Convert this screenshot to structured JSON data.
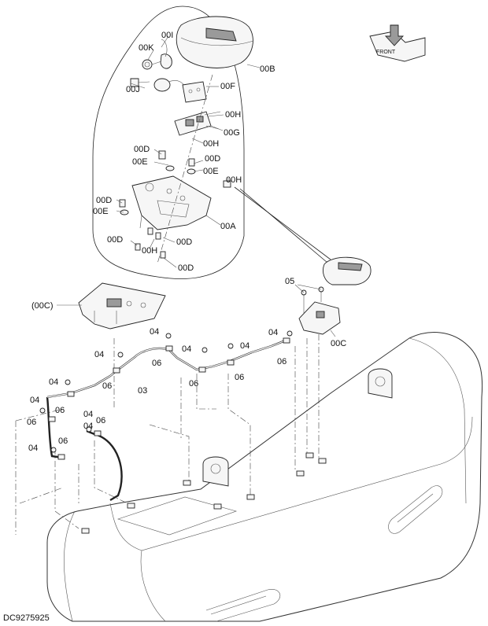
{
  "drawing": {
    "code": "DC9275925",
    "orientation_badge": {
      "icon": "front-orientation-icon",
      "text": "FRONT"
    },
    "detail_labels": [
      {
        "id": "l-00I",
        "text": "00I"
      },
      {
        "id": "l-00K",
        "text": "00K"
      },
      {
        "id": "l-00B",
        "text": "00B"
      },
      {
        "id": "l-00J",
        "text": "00J"
      },
      {
        "id": "l-00F",
        "text": "00F"
      },
      {
        "id": "l-00H1",
        "text": "00H"
      },
      {
        "id": "l-00G",
        "text": "00G"
      },
      {
        "id": "l-00H2",
        "text": "00H"
      },
      {
        "id": "l-00D1",
        "text": "00D"
      },
      {
        "id": "l-00D2",
        "text": "00D"
      },
      {
        "id": "l-00E1",
        "text": "00E"
      },
      {
        "id": "l-00E2",
        "text": "00E"
      },
      {
        "id": "l-00H3",
        "text": "00H"
      },
      {
        "id": "l-00D3",
        "text": "00D"
      },
      {
        "id": "l-00E3",
        "text": "00E"
      },
      {
        "id": "l-00A",
        "text": "00A"
      },
      {
        "id": "l-00D4",
        "text": "00D"
      },
      {
        "id": "l-00H4",
        "text": "00H"
      },
      {
        "id": "l-00D5",
        "text": "00D"
      },
      {
        "id": "l-00D6",
        "text": "00D"
      }
    ],
    "main_labels": [
      {
        "id": "m-00Cp",
        "text": "(00C)"
      },
      {
        "id": "m-05",
        "text": "05"
      },
      {
        "id": "m-00C",
        "text": "00C"
      },
      {
        "id": "m-04a",
        "text": "04"
      },
      {
        "id": "m-04b",
        "text": "04"
      },
      {
        "id": "m-04c",
        "text": "04"
      },
      {
        "id": "m-04d",
        "text": "04"
      },
      {
        "id": "m-04e",
        "text": "04"
      },
      {
        "id": "m-06a",
        "text": "06"
      },
      {
        "id": "m-06b",
        "text": "06"
      },
      {
        "id": "m-06c",
        "text": "06"
      },
      {
        "id": "m-04f",
        "text": "04"
      },
      {
        "id": "m-06d",
        "text": "06"
      },
      {
        "id": "m-03",
        "text": "03"
      },
      {
        "id": "m-06e",
        "text": "06"
      },
      {
        "id": "m-04g",
        "text": "04"
      },
      {
        "id": "m-04h",
        "text": "04"
      },
      {
        "id": "m-06f",
        "text": "06"
      },
      {
        "id": "m-06g",
        "text": "06"
      },
      {
        "id": "m-04i",
        "text": "04"
      },
      {
        "id": "m-06h",
        "text": "06"
      },
      {
        "id": "m-04j",
        "text": "04"
      },
      {
        "id": "m-06i",
        "text": "06"
      }
    ]
  }
}
